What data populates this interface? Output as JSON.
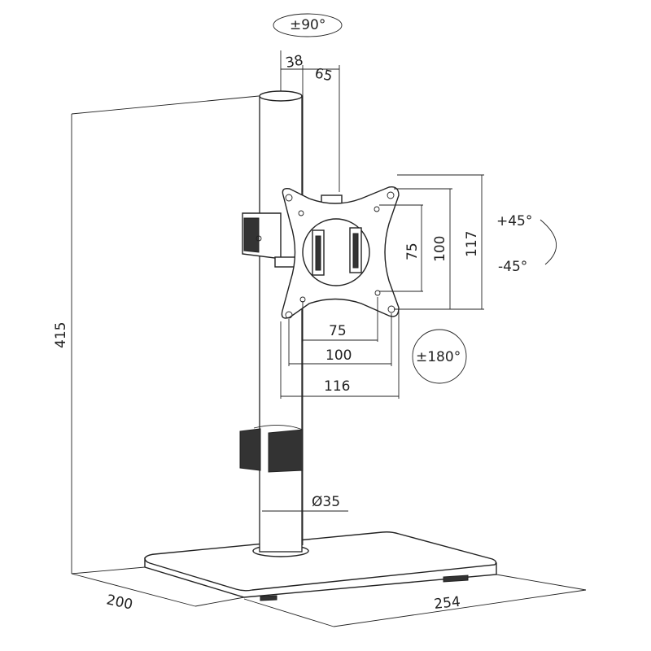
{
  "title": "Monitor stand dimension drawing",
  "labels": {
    "swivel": "±90°",
    "pole_offset_a": "38",
    "pole_offset_b": "65",
    "total_height": "415",
    "vesa_h_75": "75",
    "vesa_h_100": "100",
    "plate_width": "116",
    "vesa_v_75": "75",
    "vesa_v_100": "100",
    "plate_height": "117",
    "tilt_up": "+45°",
    "tilt_down": "-45°",
    "rotation": "±180°",
    "pole_diameter": "Ø35",
    "base_depth": "200",
    "base_width": "254"
  }
}
